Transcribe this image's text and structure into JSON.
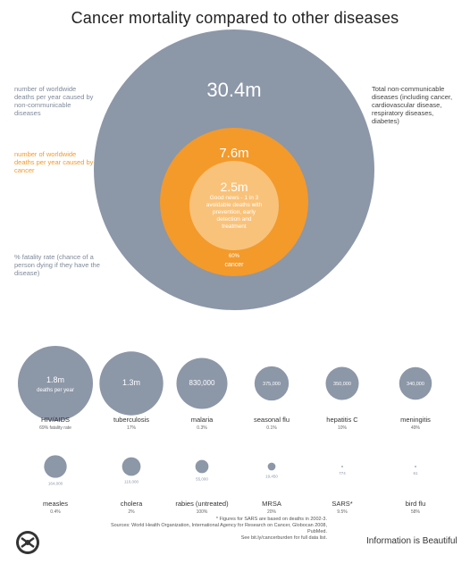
{
  "title": "Cancer mortality compared to other diseases",
  "main": {
    "ncd_value": "30.4m",
    "ncd_label": "number of worldwide deaths per year caused by non-communicable diseases",
    "ncd_note": "Total non-communicable diseases (including cancer, cardiovascular disease, respiratory diseases, diabetes)",
    "cancer_value": "7.6m",
    "cancer_label": "number of worldwide deaths per year caused by cancer",
    "avoidable_value": "2.5m",
    "avoidable_lines": [
      "Good news - 1 in 3",
      "avoidable deaths with",
      "prevention, early",
      "detection and",
      "treatment"
    ],
    "fatality_label": "% fatality rate (chance of a person dying if they have the disease)",
    "cancer_fatality": "60%",
    "cancer_name": "cancer"
  },
  "diseases": [
    {
      "name": "HIV/AIDS",
      "value": 1800000,
      "value_label": "1.8m",
      "sub_label": "deaths per year",
      "fatality": "69% fatality rate"
    },
    {
      "name": "tuberculosis",
      "value": 1300000,
      "value_label": "1.3m",
      "sub_label": "",
      "fatality": "17%"
    },
    {
      "name": "malaria",
      "value": 830000,
      "value_label": "830,000",
      "sub_label": "",
      "fatality": "0.3%"
    },
    {
      "name": "seasonal flu",
      "value": 375000,
      "value_label": "375,000",
      "sub_label": "",
      "fatality": "0.1%"
    },
    {
      "name": "hepatitis C",
      "value": 350000,
      "value_label": "350,000",
      "sub_label": "",
      "fatality": "10%"
    },
    {
      "name": "meningitis",
      "value": 340000,
      "value_label": "340,000",
      "sub_label": "",
      "fatality": "49%"
    },
    {
      "name": "measles",
      "value": 164000,
      "value_label": "164,000",
      "sub_label": "",
      "fatality": "0.4%"
    },
    {
      "name": "cholera",
      "value": 110000,
      "value_label": "110,000",
      "sub_label": "",
      "fatality": "2%"
    },
    {
      "name": "rabies (untreated)",
      "value": 55000,
      "value_label": "55,000",
      "sub_label": "",
      "fatality": "100%"
    },
    {
      "name": "MRSA",
      "value": 19450,
      "value_label": "19,450",
      "sub_label": "",
      "fatality": "20%"
    },
    {
      "name": "SARS*",
      "value": 774,
      "value_label": "774",
      "sub_label": "",
      "fatality": "9.5%"
    },
    {
      "name": "bird flu",
      "value": 61,
      "value_label": "61",
      "sub_label": "",
      "fatality": "58%"
    }
  ],
  "footer": {
    "sars_note": "* Figures for SARS are based on deaths in 2002-3.",
    "sources": "Sources: World Health Organization, International Agency for Research on Cancer, Globocan 2008, PubMed.",
    "link": "See bit.ly/cancerburden for full data list.",
    "brand": "Information is Beautiful"
  },
  "colors": {
    "gray": "#8c97a8",
    "orange": "#f39a2b",
    "light_orange": "#f9c27a",
    "gray_text": "#7f8a9c"
  }
}
